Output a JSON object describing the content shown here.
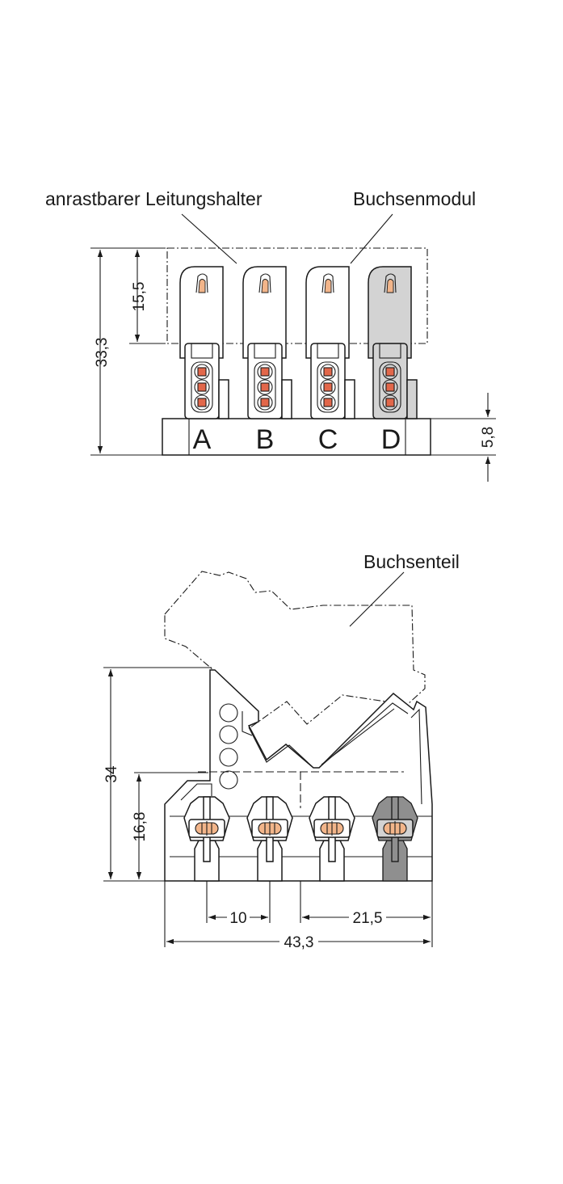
{
  "labels": {
    "cable_holder": "anrastbarer Leitungshalter",
    "socket_module": "Buchsenmodul",
    "socket_part": "Buchsenteil"
  },
  "dimensions": {
    "total_height_top": "33,3",
    "holder_height": "15,5",
    "base_height": "5,8",
    "total_height_side": "34",
    "socket_height": "16,8",
    "pitch": "10",
    "offset": "21,5",
    "total_width": "43,3"
  },
  "positions": [
    "A",
    "B",
    "C",
    "D"
  ],
  "colors": {
    "line": "#1a1a1a",
    "contact": "#e2674a",
    "contact_light": "#f2b58a",
    "module_grey": "#d3d3d3",
    "dark_grey": "#8f8f8f"
  }
}
